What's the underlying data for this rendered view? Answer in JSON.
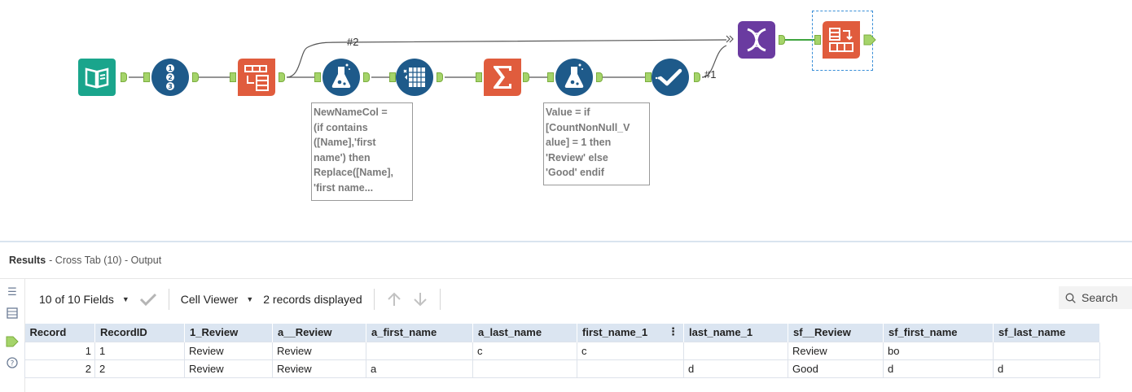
{
  "canvas": {
    "connection_labels": {
      "top": "#2",
      "bottom": "#1"
    },
    "annotations": {
      "formula1": "NewNameCol =\n(if contains\n([Name],'first\nname') then\nReplace([Name],\n'first name...",
      "formula2": "Value = if\n[CountNonNull_V\nalue] = 1 then\n'Review' else\n'Good' endif"
    },
    "tools": [
      {
        "name": "input-data",
        "icon": "book-icon"
      },
      {
        "name": "record-id",
        "icon": "numbered-list-icon"
      },
      {
        "name": "transpose",
        "icon": "transpose-icon"
      },
      {
        "name": "formula",
        "icon": "flask-icon"
      },
      {
        "name": "multi-field",
        "icon": "grid-icon"
      },
      {
        "name": "summarize",
        "icon": "sigma-icon"
      },
      {
        "name": "formula",
        "icon": "flask-icon"
      },
      {
        "name": "select",
        "icon": "checkmark-icon"
      },
      {
        "name": "join",
        "icon": "dna-icon"
      },
      {
        "name": "cross-tab",
        "icon": "crosstab-icon"
      }
    ],
    "colors": {
      "input": "#1aa58c",
      "preparation": "#1e5a8a",
      "transform": "#e05c3d",
      "join": "#6a3ba0",
      "anchor": "#a5d46a"
    }
  },
  "results": {
    "title": "Results",
    "subtitle": "- Cross Tab (10) - Output",
    "toolbar": {
      "fields": "10 of 10 Fields",
      "viewer": "Cell Viewer",
      "records": "2 records displayed",
      "search": "Search"
    },
    "columns": [
      "Record",
      "RecordID",
      "1_Review",
      "a__Review",
      "a_first_name",
      "a_last_name",
      "first_name_1",
      "last_name_1",
      "sf__Review",
      "sf_first_name",
      "sf_last_name"
    ],
    "rows": [
      [
        "1",
        "1",
        "Review",
        "Review",
        "",
        "c",
        "c",
        "",
        "Review",
        "bo",
        ""
      ],
      [
        "2",
        "2",
        "Review",
        "Review",
        "a",
        "",
        "",
        "d",
        "Good",
        "d",
        "d"
      ]
    ]
  }
}
